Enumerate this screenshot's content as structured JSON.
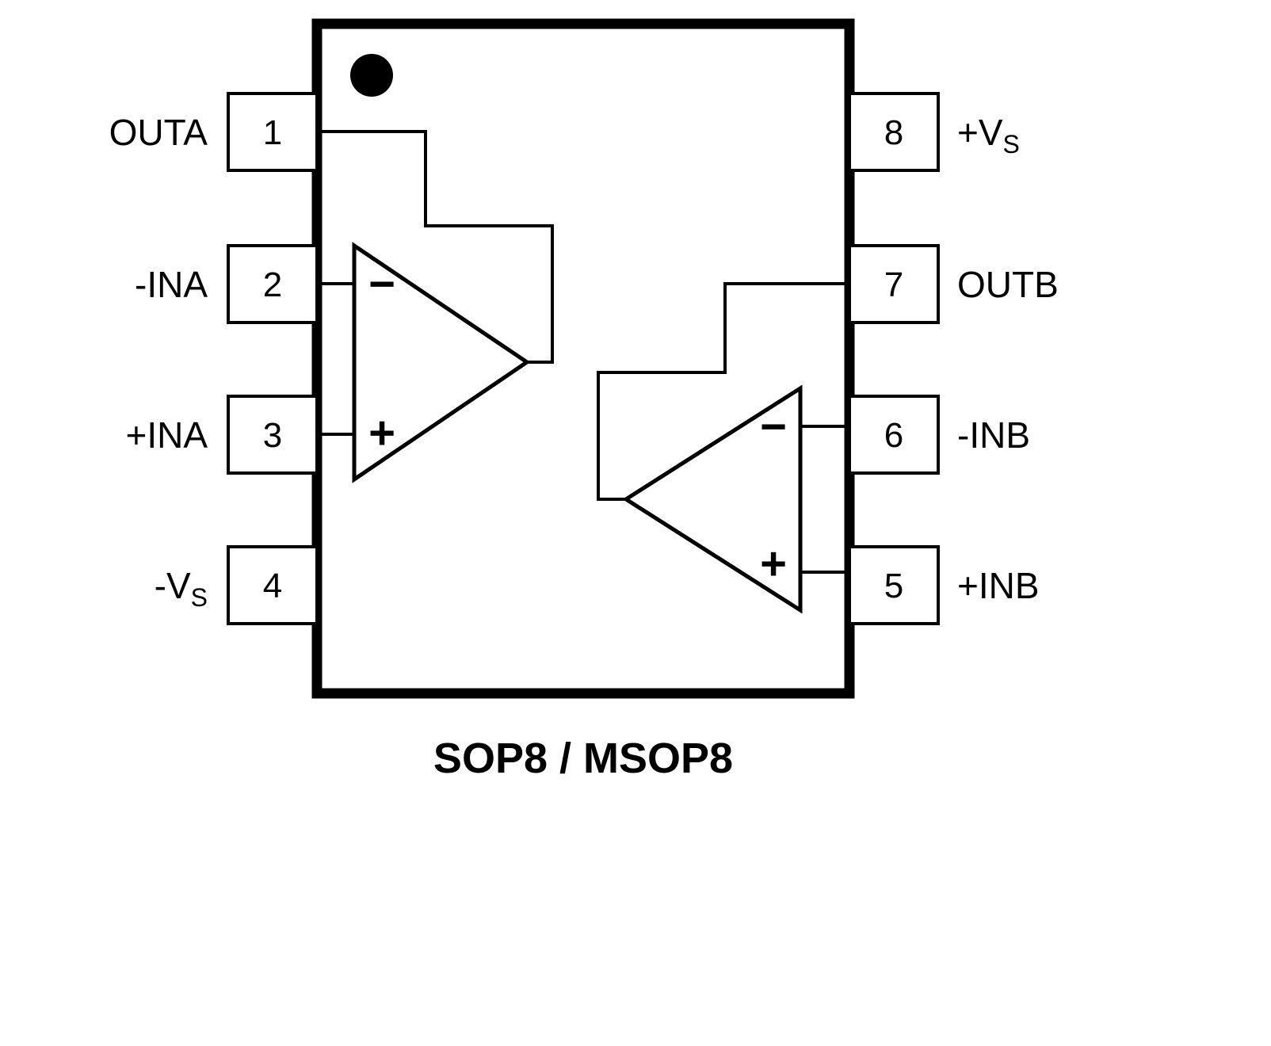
{
  "title": "SOP8 / MSOP8",
  "pins": {
    "left": [
      {
        "number": "1",
        "label": "OUTA",
        "label_sub": ""
      },
      {
        "number": "2",
        "label": "-INA",
        "label_sub": ""
      },
      {
        "number": "3",
        "label": "+INA",
        "label_sub": ""
      },
      {
        "number": "4",
        "label": "-V",
        "label_sub": "S"
      }
    ],
    "right": [
      {
        "number": "8",
        "label": "+V",
        "label_sub": "S"
      },
      {
        "number": "7",
        "label": "OUTB",
        "label_sub": ""
      },
      {
        "number": "6",
        "label": "-INB",
        "label_sub": ""
      },
      {
        "number": "5",
        "label": "+INB",
        "label_sub": ""
      }
    ]
  },
  "opamps": [
    {
      "id": "A",
      "minus_sign": "−",
      "plus_sign": "+"
    },
    {
      "id": "B",
      "minus_sign": "−",
      "plus_sign": "+"
    }
  ],
  "colors": {
    "line": "#000000",
    "background": "#ffffff"
  }
}
